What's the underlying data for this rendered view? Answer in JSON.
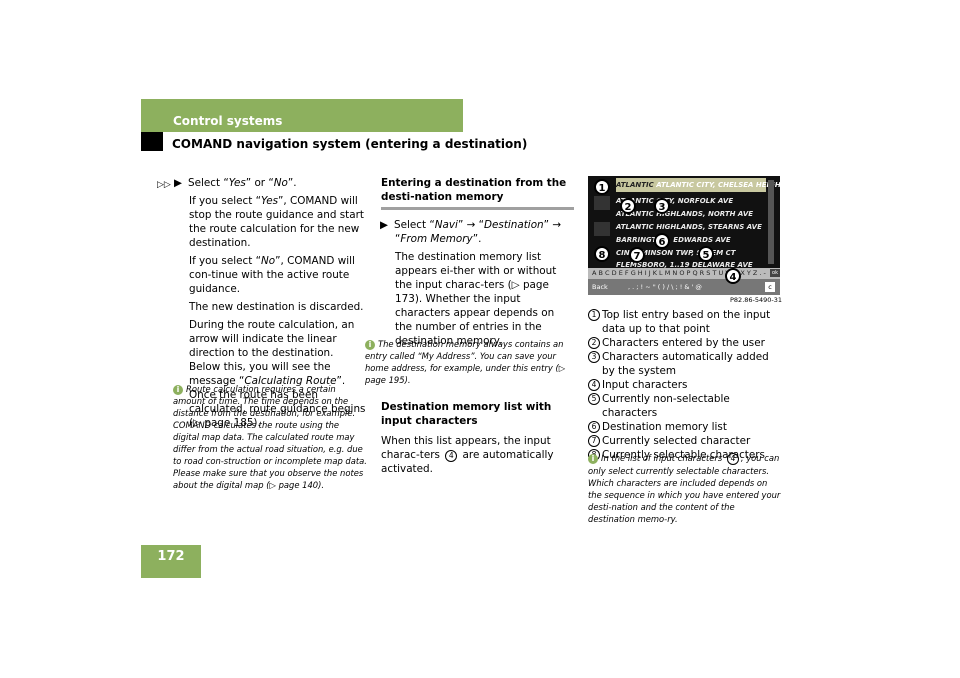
{
  "header": {
    "section": "Control systems",
    "subtitle": "COMAND navigation system (entering a destination)",
    "page_number": "172"
  },
  "left": {
    "cont_mark": "▷▷",
    "step_pre": "Select “",
    "step_yes": "Yes",
    "step_mid": "” or “",
    "step_no": "No",
    "step_post": "”.",
    "p1_a": "If you select “",
    "p1_yes": "Yes",
    "p1_b": "”, COMAND will stop the route guidance and start the route calculation for the new destination.",
    "p2_a": "If you select “",
    "p2_no": "No",
    "p2_b": "”, COMAND will con-tinue with the active route guidance.",
    "p3": "The new destination is discarded.",
    "p4_a": "During the route calculation, an arrow will indicate the linear direction to the destination. Below this, you will see the message “",
    "p4_msg": "Calculating Route",
    "p4_b": "”.",
    "p5": "Once the route has been calculated, route guidance begins (▷ page 185).",
    "note": "Route calculation requires a certain amount of time. The time depends on the distance from the destination, for example. COMAND calculates the route using the digital map data. The calculated route may differ from the actual road situation, e.g. due to road con-struction or incomplete map data. Please make sure that you observe the notes about the digital map (▷ page 140)."
  },
  "middle": {
    "heading": "Entering a destination from the desti-nation memory",
    "step_a": "Select “",
    "step_navi": "Navi",
    "step_b": "” → “",
    "step_dest": "Destination",
    "step_c": "” → “",
    "step_mem": "From Memory",
    "step_d": "”.",
    "para": "The destination memory list appears ei-ther with or without the input charac-ters (▷ page 173). Whether the input characters appear depends on the number of entries in the destination memory.",
    "note": "The destination memory always contains an entry called “My Address”. You can save your home address, for example, under this entry (▷ page 195).",
    "heading2": "Destination memory list with input characters",
    "para2_a": "When this list appears, the input charac-ters",
    "para2_num": "4",
    "para2_b": "are automatically activated."
  },
  "screen": {
    "rows": [
      "ATLANTIC CITY, CHELSEA HEIGHTS",
      "ATLANTIC CITY, NORFOLK AVE",
      "ATLANTIC HIGHLANDS, NORTH AVE",
      "ATLANTIC HIGHLANDS, STEARNS AVE",
      "BARRINGTON, EDWARDS AVE",
      "CINNAMINSON TWP, SALEM CT",
      "FLEMSBORO, 1..19 DELAWARE AVE"
    ],
    "first_typed": "ATLANTIC",
    "chars": "A B C D E F G H I J K L M N O P Q R S T U V W X Y Z . -",
    "ok": "ok",
    "back": "Back",
    "symbols": ", . ; ! ~ \" ( ) / \\ ; ! & ' @",
    "c_key": "c",
    "callouts": [
      "1",
      "2",
      "3",
      "4",
      "5",
      "6",
      "7",
      "8"
    ],
    "code": "P82.86-5490-31"
  },
  "right": {
    "legend": [
      {
        "num": "1",
        "text": "Top list entry based on the input data up to that point"
      },
      {
        "num": "2",
        "text": "Characters entered by the user"
      },
      {
        "num": "3",
        "text": "Characters automatically added by the system"
      },
      {
        "num": "4",
        "text": "Input characters"
      },
      {
        "num": "5",
        "text": "Currently non-selectable characters"
      },
      {
        "num": "6",
        "text": "Destination memory list"
      },
      {
        "num": "7",
        "text": "Currently selected character"
      },
      {
        "num": "8",
        "text": "Currently selectable characters"
      }
    ],
    "note_a": "In the list of input characters",
    "note_num": "4",
    "note_b": ", you can only select currently selectable characters. Which characters are included depends on the sequence in which you have entered your desti-nation and the content of the destination memo-ry."
  }
}
